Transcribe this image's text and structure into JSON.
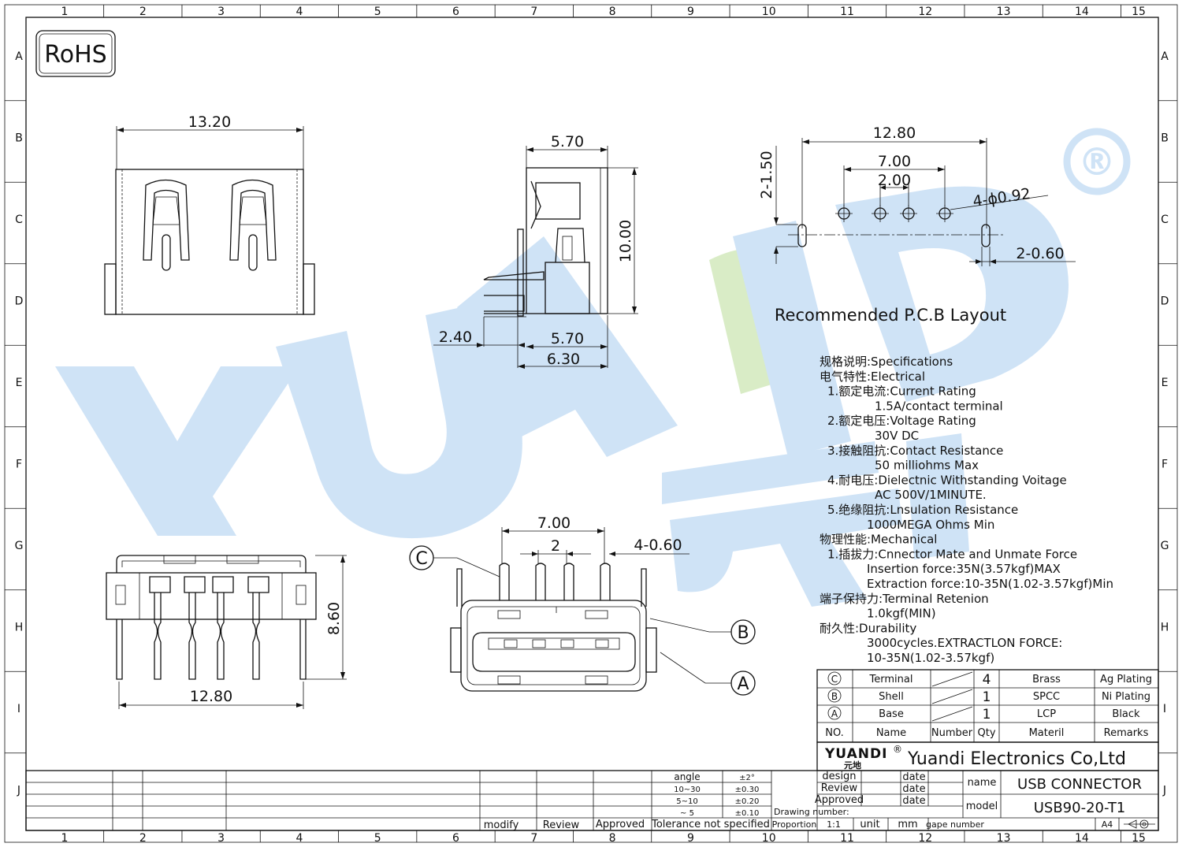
{
  "frame": {
    "columns": [
      "1",
      "2",
      "3",
      "4",
      "5",
      "6",
      "7",
      "8",
      "9",
      "10",
      "11",
      "12",
      "13",
      "14",
      "15"
    ],
    "rows": [
      "A",
      "B",
      "C",
      "D",
      "E",
      "F",
      "G",
      "H",
      "I",
      "J"
    ]
  },
  "rohs": "RoHS",
  "watermark": {
    "text": "YUANDI",
    "cn": "元地",
    "reg": "®"
  },
  "dims": {
    "front_width": "13.20",
    "side_width": "5.70",
    "side_height": "10.00",
    "side_bottom_a": "2.40",
    "side_bottom_b": "5.70",
    "side_bottom_c": "6.30",
    "pcb_overall": "12.80",
    "pcb_inner": "7.00",
    "pcb_pitch": "2.00",
    "pcb_holes": "4-ϕ0.92",
    "pcb_slot_h": "2-1.50",
    "pcb_slot_w": "2-0.60",
    "bottom_height": "8.60",
    "bottom_width": "12.80",
    "iso_span": "7.00",
    "iso_pitch": "2",
    "iso_pins": "4-0.60"
  },
  "pcb_caption": "Recommended  P.C.B  Layout",
  "callouts": {
    "c": "C",
    "b": "B",
    "a": "A"
  },
  "specs": [
    {
      "text": "规格说明:Specifications",
      "indent": 0
    },
    {
      "text": "电气特性:Electrical",
      "indent": 0
    },
    {
      "text": "1.额定电流:Current  Rating",
      "indent": 1
    },
    {
      "text": "1.5A/contact  terminal",
      "indent": 3
    },
    {
      "text": "2.额定电压:Voltage  Rating",
      "indent": 1
    },
    {
      "text": "30V  DC",
      "indent": 3
    },
    {
      "text": "3.接触阻抗:Contact  Resistance",
      "indent": 1
    },
    {
      "text": "50  milliohms  Max",
      "indent": 3
    },
    {
      "text": "4.耐电压:Dielectnic  Withstanding  Voitage",
      "indent": 1
    },
    {
      "text": "AC  500V/1MINUTE.",
      "indent": 3
    },
    {
      "text": "5.绝缘阻抗:Lnsulation  Resistance",
      "indent": 1
    },
    {
      "text": "1000MEGA  Ohms  Min",
      "indent": 2
    },
    {
      "text": "物理性能:Mechanical",
      "indent": 0
    },
    {
      "text": "1.插拔力:Cnnector  Mate  and  Unmate  Force",
      "indent": 1
    },
    {
      "text": "Insertion  force:35N(3.57kgf)MAX",
      "indent": 2
    },
    {
      "text": "Extraction  force:10-35N(1.02-3.57kgf)Min",
      "indent": 2
    },
    {
      "text": "端子保持力:Terminal  Retenion",
      "indent": 0
    },
    {
      "text": "1.0kgf(MIN)",
      "indent": 2
    },
    {
      "text": "耐久性:Durability",
      "indent": 0
    },
    {
      "text": "3000cycles.EXTRACTLON  FORCE:",
      "indent": 2
    },
    {
      "text": "10-35N(1.02-3.57kgf)",
      "indent": 2
    }
  ],
  "bom": {
    "rows": [
      {
        "no": "C",
        "name": "Terminal",
        "qty": "4",
        "material": "Brass",
        "remarks": "Ag  Plating"
      },
      {
        "no": "B",
        "name": "Shell",
        "qty": "1",
        "material": "SPCC",
        "remarks": "Ni  Plating"
      },
      {
        "no": "A",
        "name": "Base",
        "qty": "1",
        "material": "LCP",
        "remarks": "Black"
      }
    ],
    "header": {
      "no": "NO.",
      "name": "Name",
      "number": "Number",
      "qty": "Qty",
      "material": "Materil",
      "remarks": "Remarks"
    }
  },
  "company": {
    "logo": "YUANDI",
    "logo_cn": "元地",
    "reg": "®",
    "name": "Yuandi  Electronics  Co,Ltd"
  },
  "title_block": {
    "design": "design",
    "review": "Review",
    "approved": "Approved",
    "date": "date",
    "name_label": "name",
    "name_value": "USB  CONNECTOR",
    "model_label": "model",
    "model_value": "USB90-20-T1",
    "drawing_number": "Drawing  number:",
    "proportion": "Proportion",
    "scale": "1:1",
    "unit": "unit",
    "unit_value": "mm",
    "page_number": "gape  number",
    "paper": "A4"
  },
  "tolerance": {
    "rows": [
      {
        "label": "angle",
        "value": "±2°"
      },
      {
        "label": "10~30",
        "value": "±0.30"
      },
      {
        "label": "5~10",
        "value": "±0.20"
      },
      {
        "label": "~ 5",
        "value": "±0.10"
      }
    ],
    "caption": "Tolerance  not  specified"
  },
  "revision": {
    "modify": "modify",
    "review": "Review",
    "approved": "Approved"
  }
}
